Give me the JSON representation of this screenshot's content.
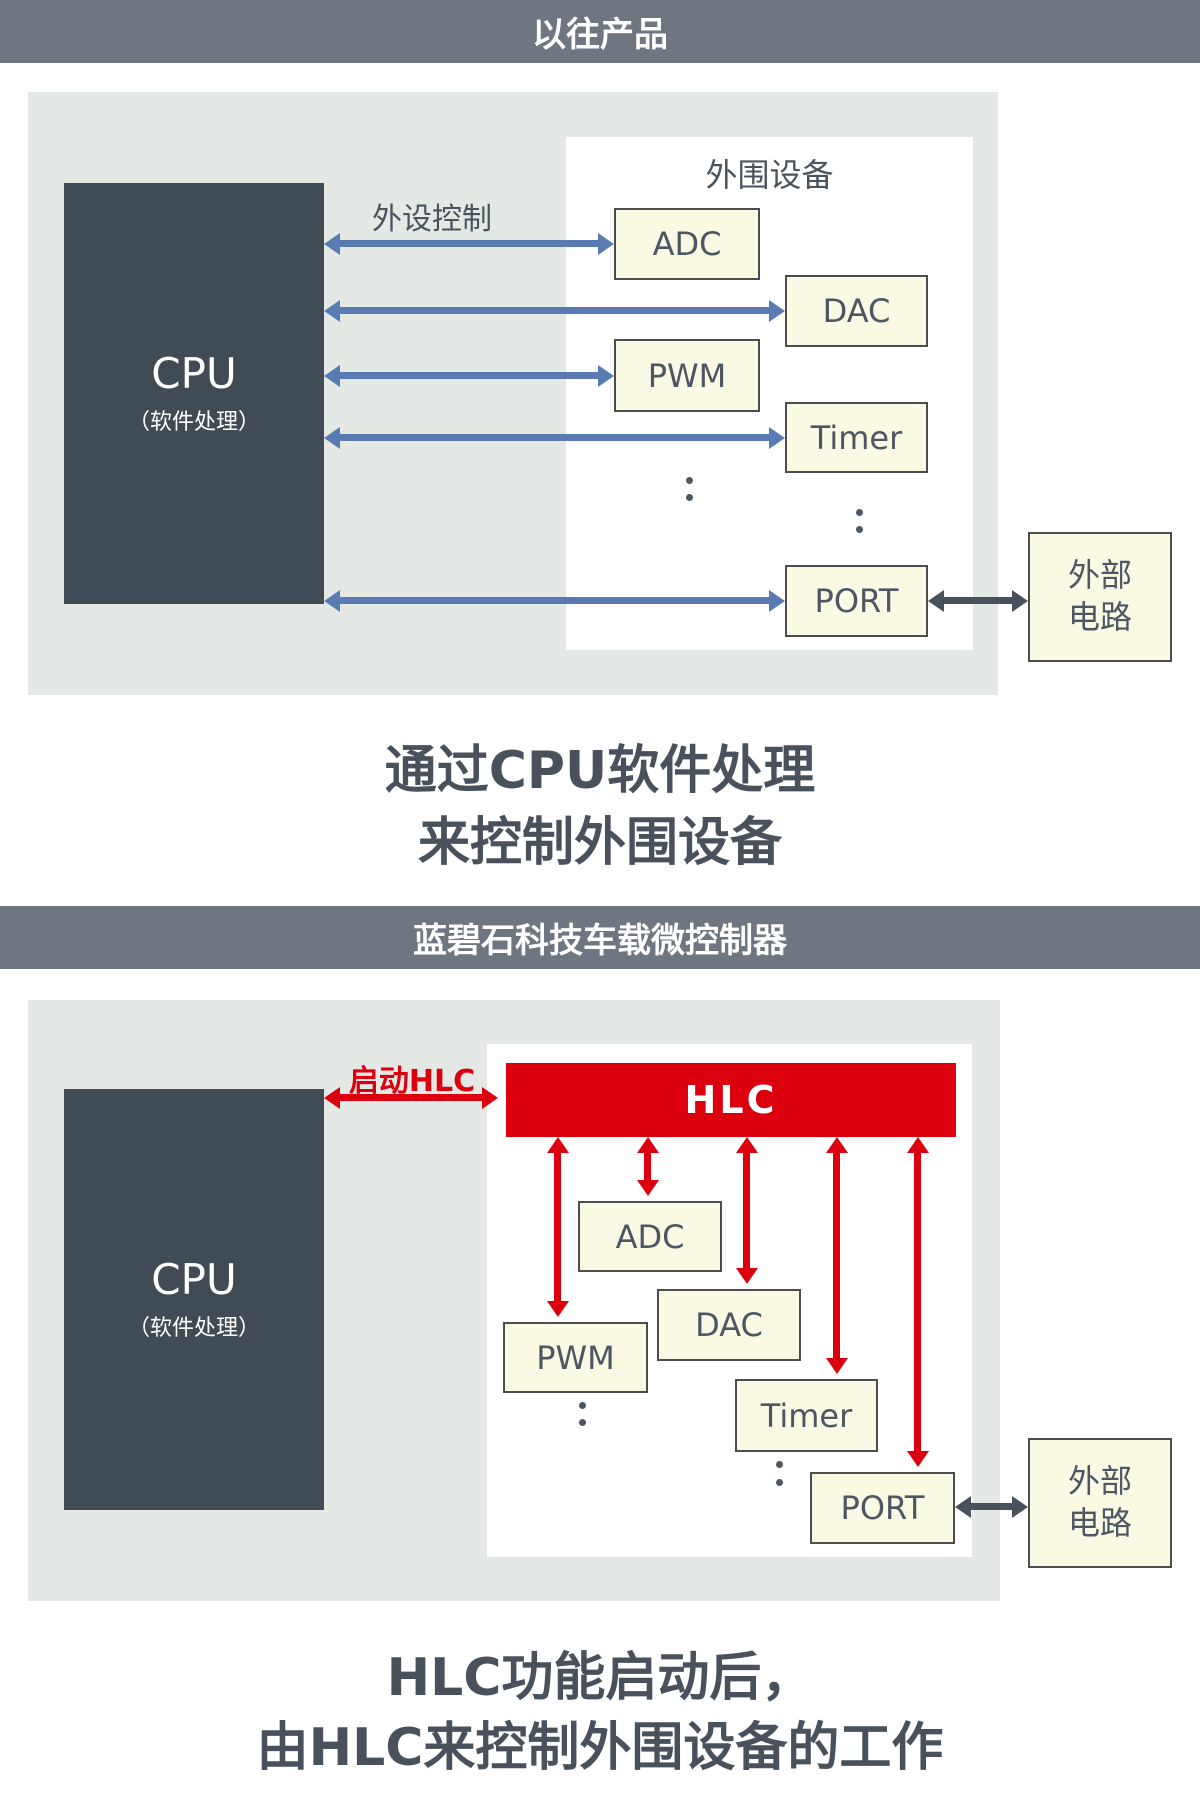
{
  "section1": {
    "header": "以往产品",
    "cpu": {
      "title": "CPU",
      "subtitle": "（软件处理）"
    },
    "bus_label": "外设控制",
    "panel_title": "外围设备",
    "peripherals": {
      "adc": "ADC",
      "dac": "DAC",
      "pwm": "PWM",
      "timer": "Timer",
      "port": "PORT"
    },
    "external": {
      "line1": "外部",
      "line2": "电路"
    },
    "caption": {
      "line1": "通过CPU软件处理",
      "line2": "来控制外围设备"
    }
  },
  "section2": {
    "header": "蓝碧石科技车载微控制器",
    "cpu": {
      "title": "CPU",
      "subtitle": "（软件处理）"
    },
    "hlc_trigger_label": "启动HLC",
    "hlc_label": "HLC",
    "peripherals": {
      "adc": "ADC",
      "dac": "DAC",
      "pwm": "PWM",
      "timer": "Timer",
      "port": "PORT"
    },
    "external": {
      "line1": "外部",
      "line2": "电路"
    },
    "caption": {
      "line1": "HLC功能启动后，",
      "line2": "由HLC来控制外围设备的工作"
    }
  },
  "colors": {
    "header_bar": "#6e7681",
    "panel_background": "#e4e9e6",
    "cpu_block": "#404b55",
    "peripheral_box": "#faf9e4",
    "peripheral_border": "#4d4d4d",
    "blue_arrow": "#5a7ab2",
    "red_accent": "#dc000e",
    "dark_arrow": "#49525c",
    "caption_text": "#49525c"
  }
}
